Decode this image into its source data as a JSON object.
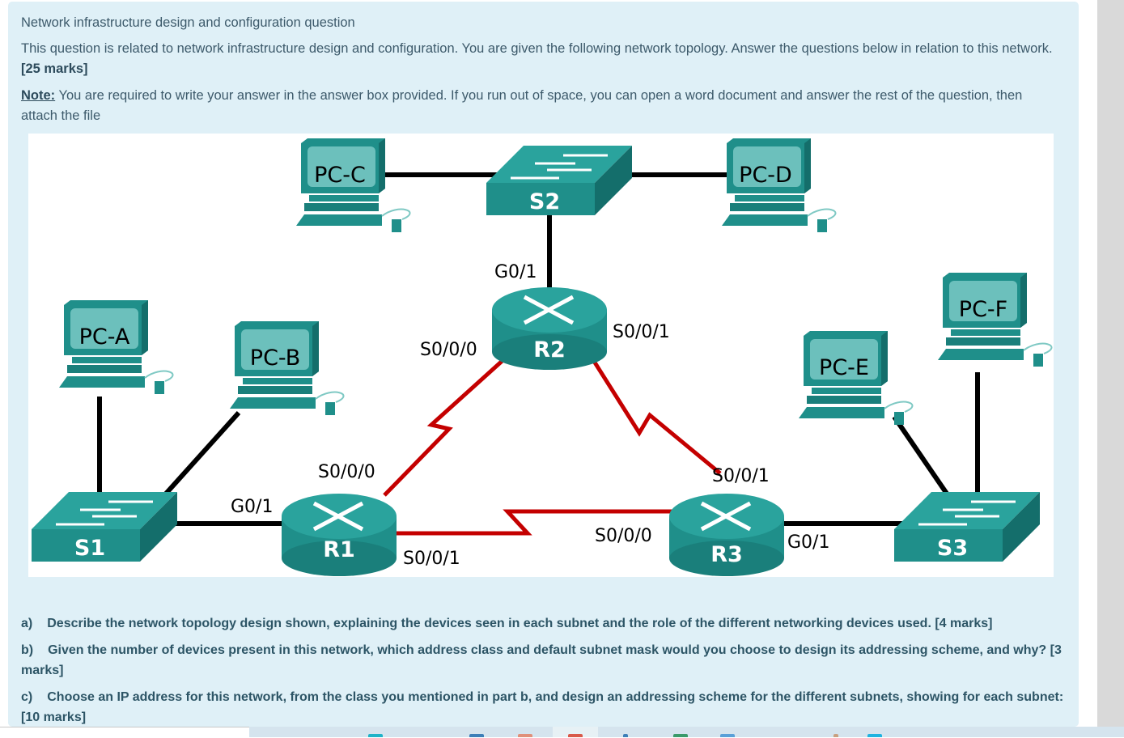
{
  "question": {
    "title": "Network infrastructure design and configuration question",
    "intro_text": "This question is related to network infrastructure design and configuration. You are given the following network topology. Answer the questions below in relation to this network.",
    "intro_marks": "[25 marks]",
    "note_label": "Note:",
    "note_text": "You are required to write your answer in the answer box provided. If you run out of space, you can open a word document and answer the rest of the question, then attach the file"
  },
  "topology": {
    "pcs": {
      "pc_a": "PC-A",
      "pc_b": "PC-B",
      "pc_c": "PC-C",
      "pc_d": "PC-D",
      "pc_e": "PC-E",
      "pc_f": "PC-F"
    },
    "switches": {
      "s1": "S1",
      "s2": "S2",
      "s3": "S3"
    },
    "routers": {
      "r1": "R1",
      "r2": "R2",
      "r3": "R3"
    },
    "interfaces": {
      "r1_g01": "G0/1",
      "r1_s000": "S0/0/0",
      "r1_s001": "S0/0/1",
      "r2_g01": "G0/1",
      "r2_s000": "S0/0/0",
      "r2_s001": "S0/0/1",
      "r3_g01": "G0/1",
      "r3_s000": "S0/0/0",
      "r3_s001": "S0/0/1"
    },
    "colors": {
      "device": "#1f8f8a",
      "device_dark": "#146e6b",
      "screen": "#6cc0bc",
      "serial_link": "#c40000",
      "ethernet_link": "#000000"
    }
  },
  "parts": [
    {
      "label": "a)",
      "text": "Describe the network topology design shown, explaining the devices seen in each subnet and the role of the different networking devices used. [4 marks]"
    },
    {
      "label": "b)",
      "text": "Given the number of devices present in this network, which address class and default subnet mask would you choose to design its addressing scheme, and why? [3 marks]"
    },
    {
      "label": "c)",
      "text": "Choose an IP address for this network, from the class you mentioned in part b, and design an addressing scheme for the different subnets, showing for each subnet: [10 marks]"
    }
  ]
}
